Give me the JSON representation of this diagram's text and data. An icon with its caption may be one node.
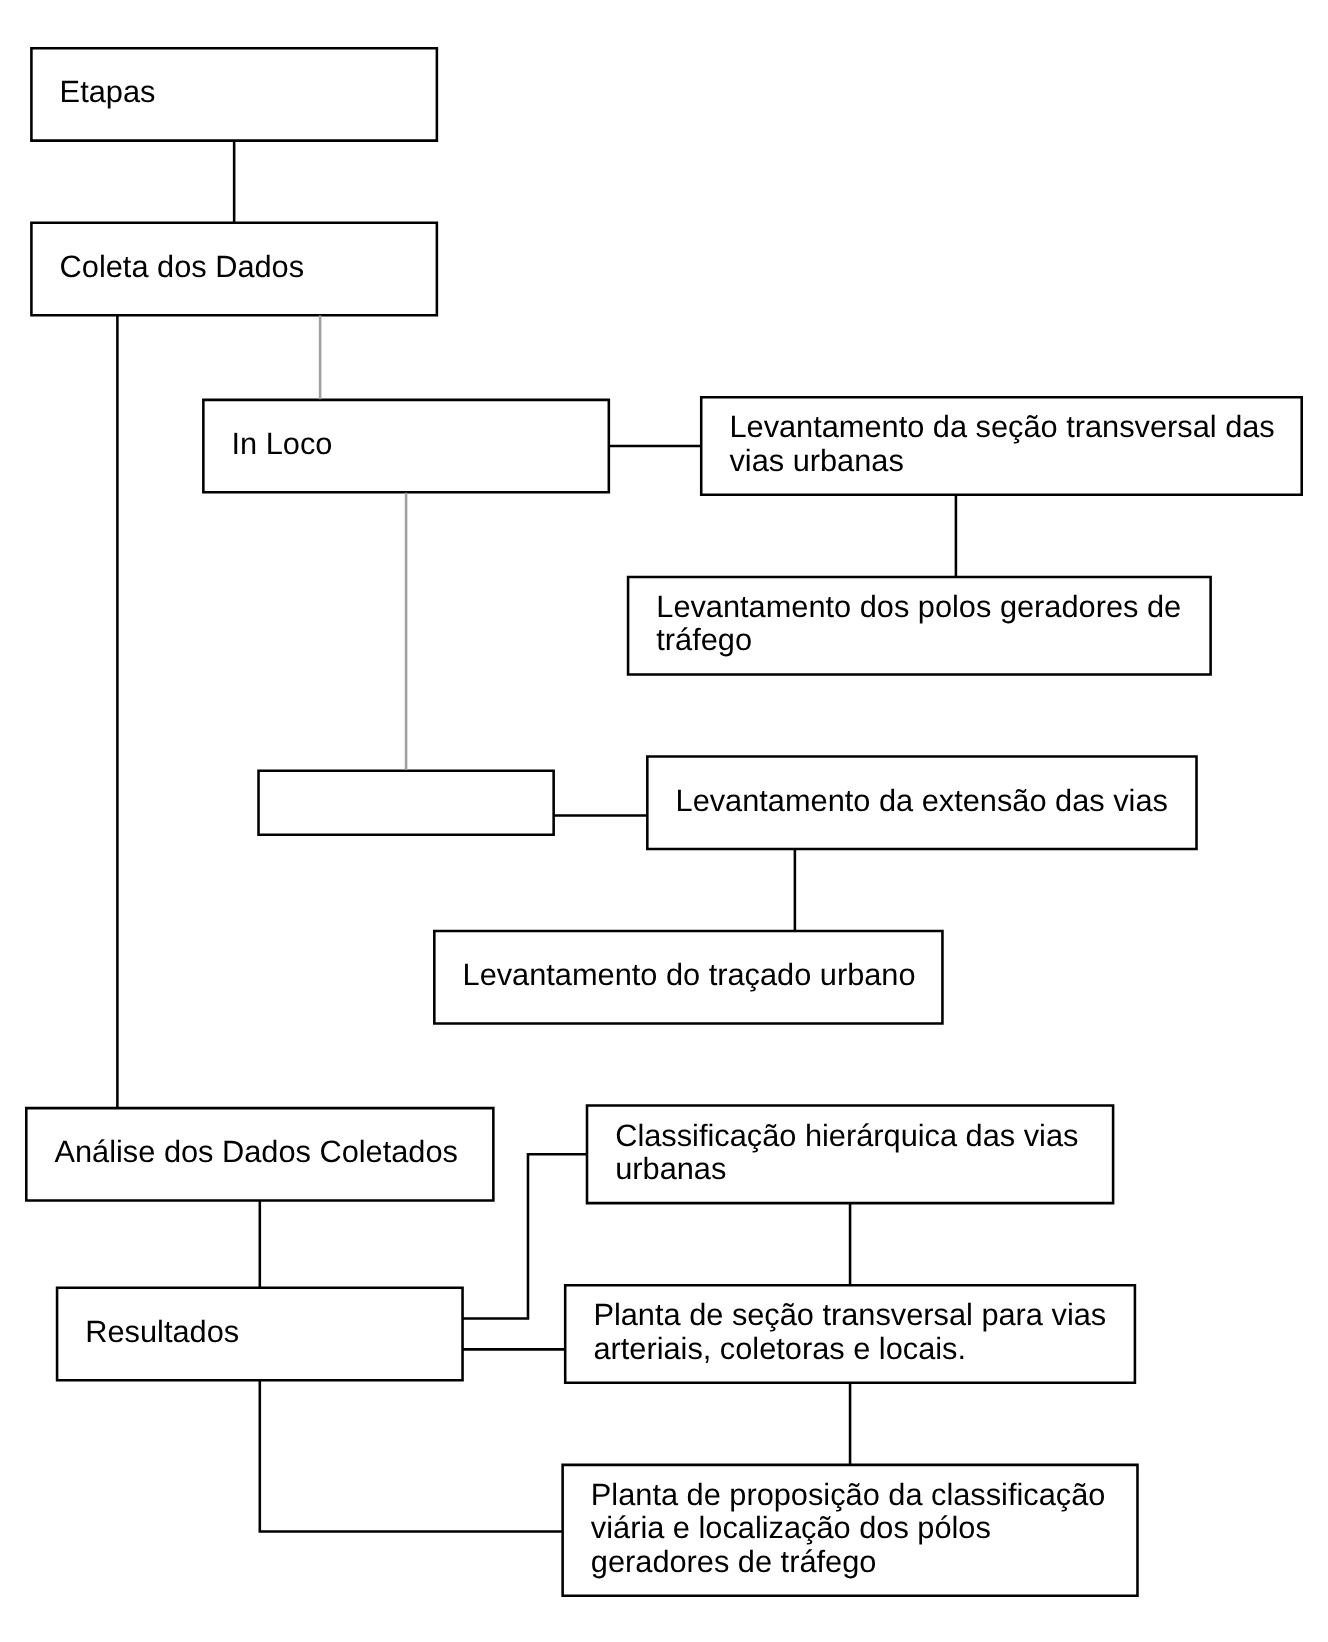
{
  "diagram": {
    "nodes": [
      {
        "text": [
          "Etapas"
        ]
      },
      {
        "text": [
          "Coleta dos Dados"
        ]
      },
      {
        "text": [
          "In Loco"
        ]
      },
      {
        "text": [
          "Levantamento da seção transversal das vias urbanas"
        ]
      },
      {
        "text": [
          "Levantamento dos polos geradores de tráfego"
        ]
      },
      {
        "text": [],
        "shape": "box"
      },
      {
        "text": [
          "Levantamento da extensão das vias"
        ]
      },
      {
        "text": [
          "Levantamento do traçado urbano"
        ]
      },
      {
        "text": [
          "Análise dos Dados Coletados"
        ]
      },
      {
        "text": [
          "Resultados"
        ]
      },
      {
        "text": [
          "Classificação hierárquica das vias urbanas"
        ]
      },
      {
        "text": [
          "Planta de seção transversal para vias arteriais, coletoras e locais."
        ]
      },
      {
        "text": [
          "Planta de proposição da classificação viária e localização dos pólos geradores de tráfego"
        ]
      }
    ],
    "edges": [
      {
        "from": 0,
        "to": 1,
        "arrow": "none"
      },
      {
        "from": 1,
        "to": 2,
        "arrow": "none",
        "color": "#a0a0a0"
      },
      {
        "from": 2,
        "to": 5,
        "arrow": "none",
        "color": "#a0a0a0"
      },
      {
        "from": 2,
        "to": 3,
        "arrow": "none"
      },
      {
        "from": 3,
        "to": 4,
        "arrow": "none"
      },
      {
        "from": 5,
        "to": 6,
        "arrow": "none"
      },
      {
        "from": 6,
        "to": 7,
        "arrow": "none"
      },
      {
        "from": 1,
        "to": 8,
        "arrow": "none"
      },
      {
        "from": 8,
        "to": 9,
        "arrow": "none"
      },
      {
        "from": 9,
        "to": 10,
        "arrow": "none"
      },
      {
        "from": 9,
        "to": 11,
        "arrow": "none"
      },
      {
        "from": 9,
        "to": 12,
        "arrow": "none"
      },
      {
        "from": 10,
        "to": 11,
        "arrow": "none"
      },
      {
        "from": 11,
        "to": 12,
        "arrow": "none"
      }
    ]
  }
}
